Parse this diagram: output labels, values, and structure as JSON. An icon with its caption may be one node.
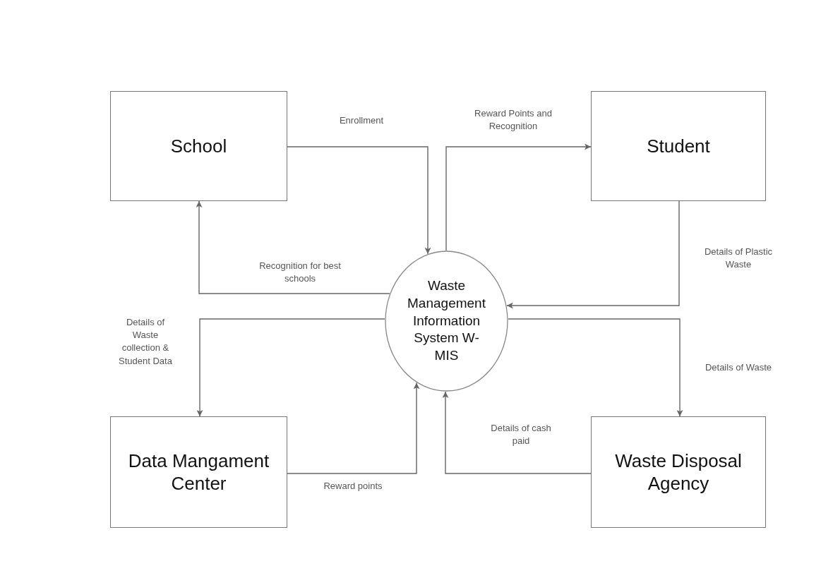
{
  "diagram": {
    "nodes": [
      {
        "text": [
          "School"
        ]
      },
      {
        "text": [
          "Student"
        ]
      },
      {
        "text": [
          "Waste Management Information System W-MIS"
        ]
      },
      {
        "text": [
          "Data Mangament Center"
        ]
      },
      {
        "text": [
          "Waste Disposal Agency"
        ]
      }
    ],
    "edges": [
      {
        "from": 0,
        "to": 2,
        "arrow": "to",
        "label": "Enrollment"
      },
      {
        "from": 2,
        "to": 1,
        "arrow": "to",
        "label": "Reward Points and Recognition"
      },
      {
        "from": 1,
        "to": 2,
        "arrow": "to",
        "label": "Details of Plastic Waste"
      },
      {
        "from": 2,
        "to": 0,
        "arrow": "to",
        "label": "Recognition for best schools"
      },
      {
        "from": 2,
        "to": 3,
        "arrow": "to",
        "label": "Details of Waste collection & Student Data"
      },
      {
        "from": 2,
        "to": 4,
        "arrow": "to",
        "label": "Details of Waste"
      },
      {
        "from": 3,
        "to": 2,
        "arrow": "to",
        "label": "Reward points"
      },
      {
        "from": 4,
        "to": 2,
        "arrow": "to",
        "label": "Details of cash paid"
      }
    ]
  }
}
